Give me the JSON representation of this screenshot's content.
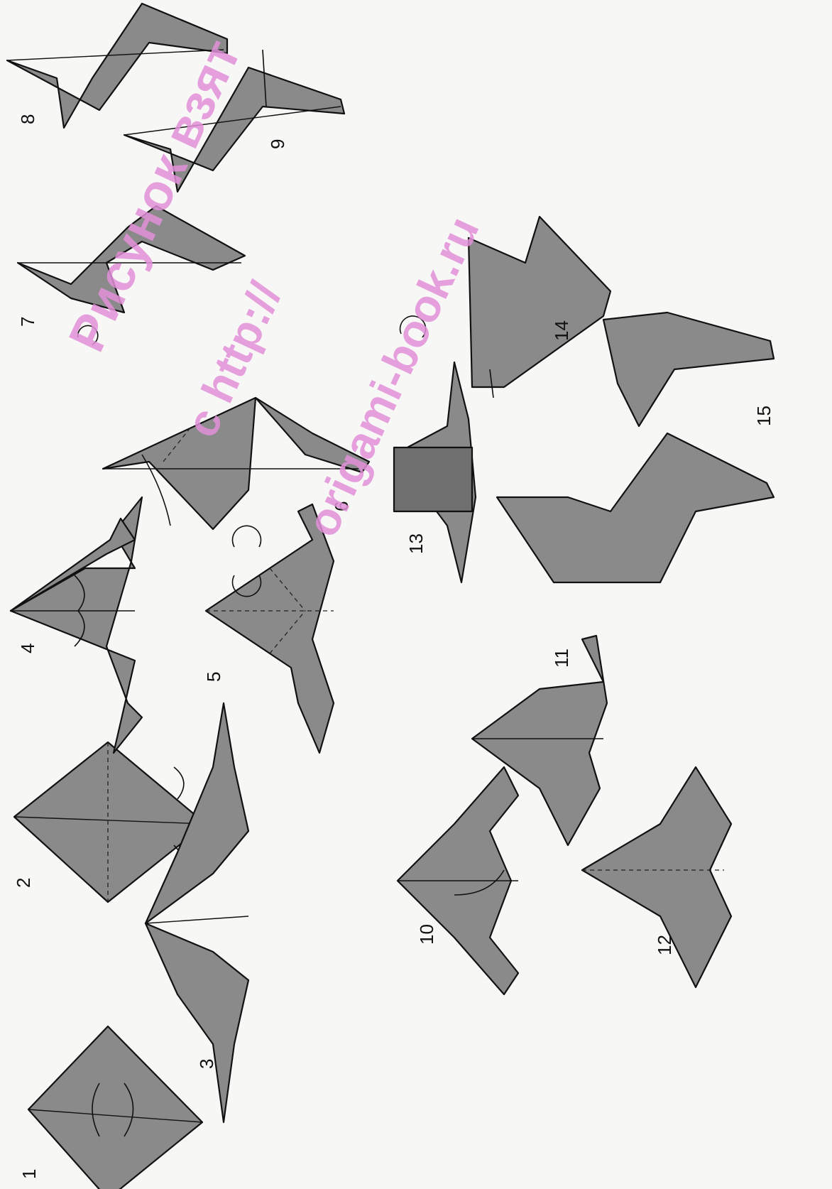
{
  "steps": [
    {
      "id": 1,
      "label": "1"
    },
    {
      "id": 2,
      "label": "2"
    },
    {
      "id": 3,
      "label": "3"
    },
    {
      "id": 4,
      "label": "4"
    },
    {
      "id": 5,
      "label": "5"
    },
    {
      "id": 6,
      "label": "6"
    },
    {
      "id": 7,
      "label": "7"
    },
    {
      "id": 8,
      "label": "8"
    },
    {
      "id": 9,
      "label": "9"
    },
    {
      "id": 10,
      "label": "10"
    },
    {
      "id": 11,
      "label": "11"
    },
    {
      "id": 12,
      "label": "12"
    },
    {
      "id": 13,
      "label": "13"
    },
    {
      "id": 14,
      "label": "14"
    },
    {
      "id": 15,
      "label": "15"
    }
  ],
  "watermark": {
    "line1": "Рисунок взят",
    "line2": "с http://",
    "line3": "origami-book.ru",
    "color": "#e38fd8"
  },
  "colors": {
    "paper": "#8a8a8a",
    "paper_dark": "#6f6f6f",
    "line": "#111111",
    "background": "#f7f7f5"
  },
  "icons": [
    "turn-over-icon",
    "fold-arrow-icon",
    "valley-fold-icon"
  ]
}
